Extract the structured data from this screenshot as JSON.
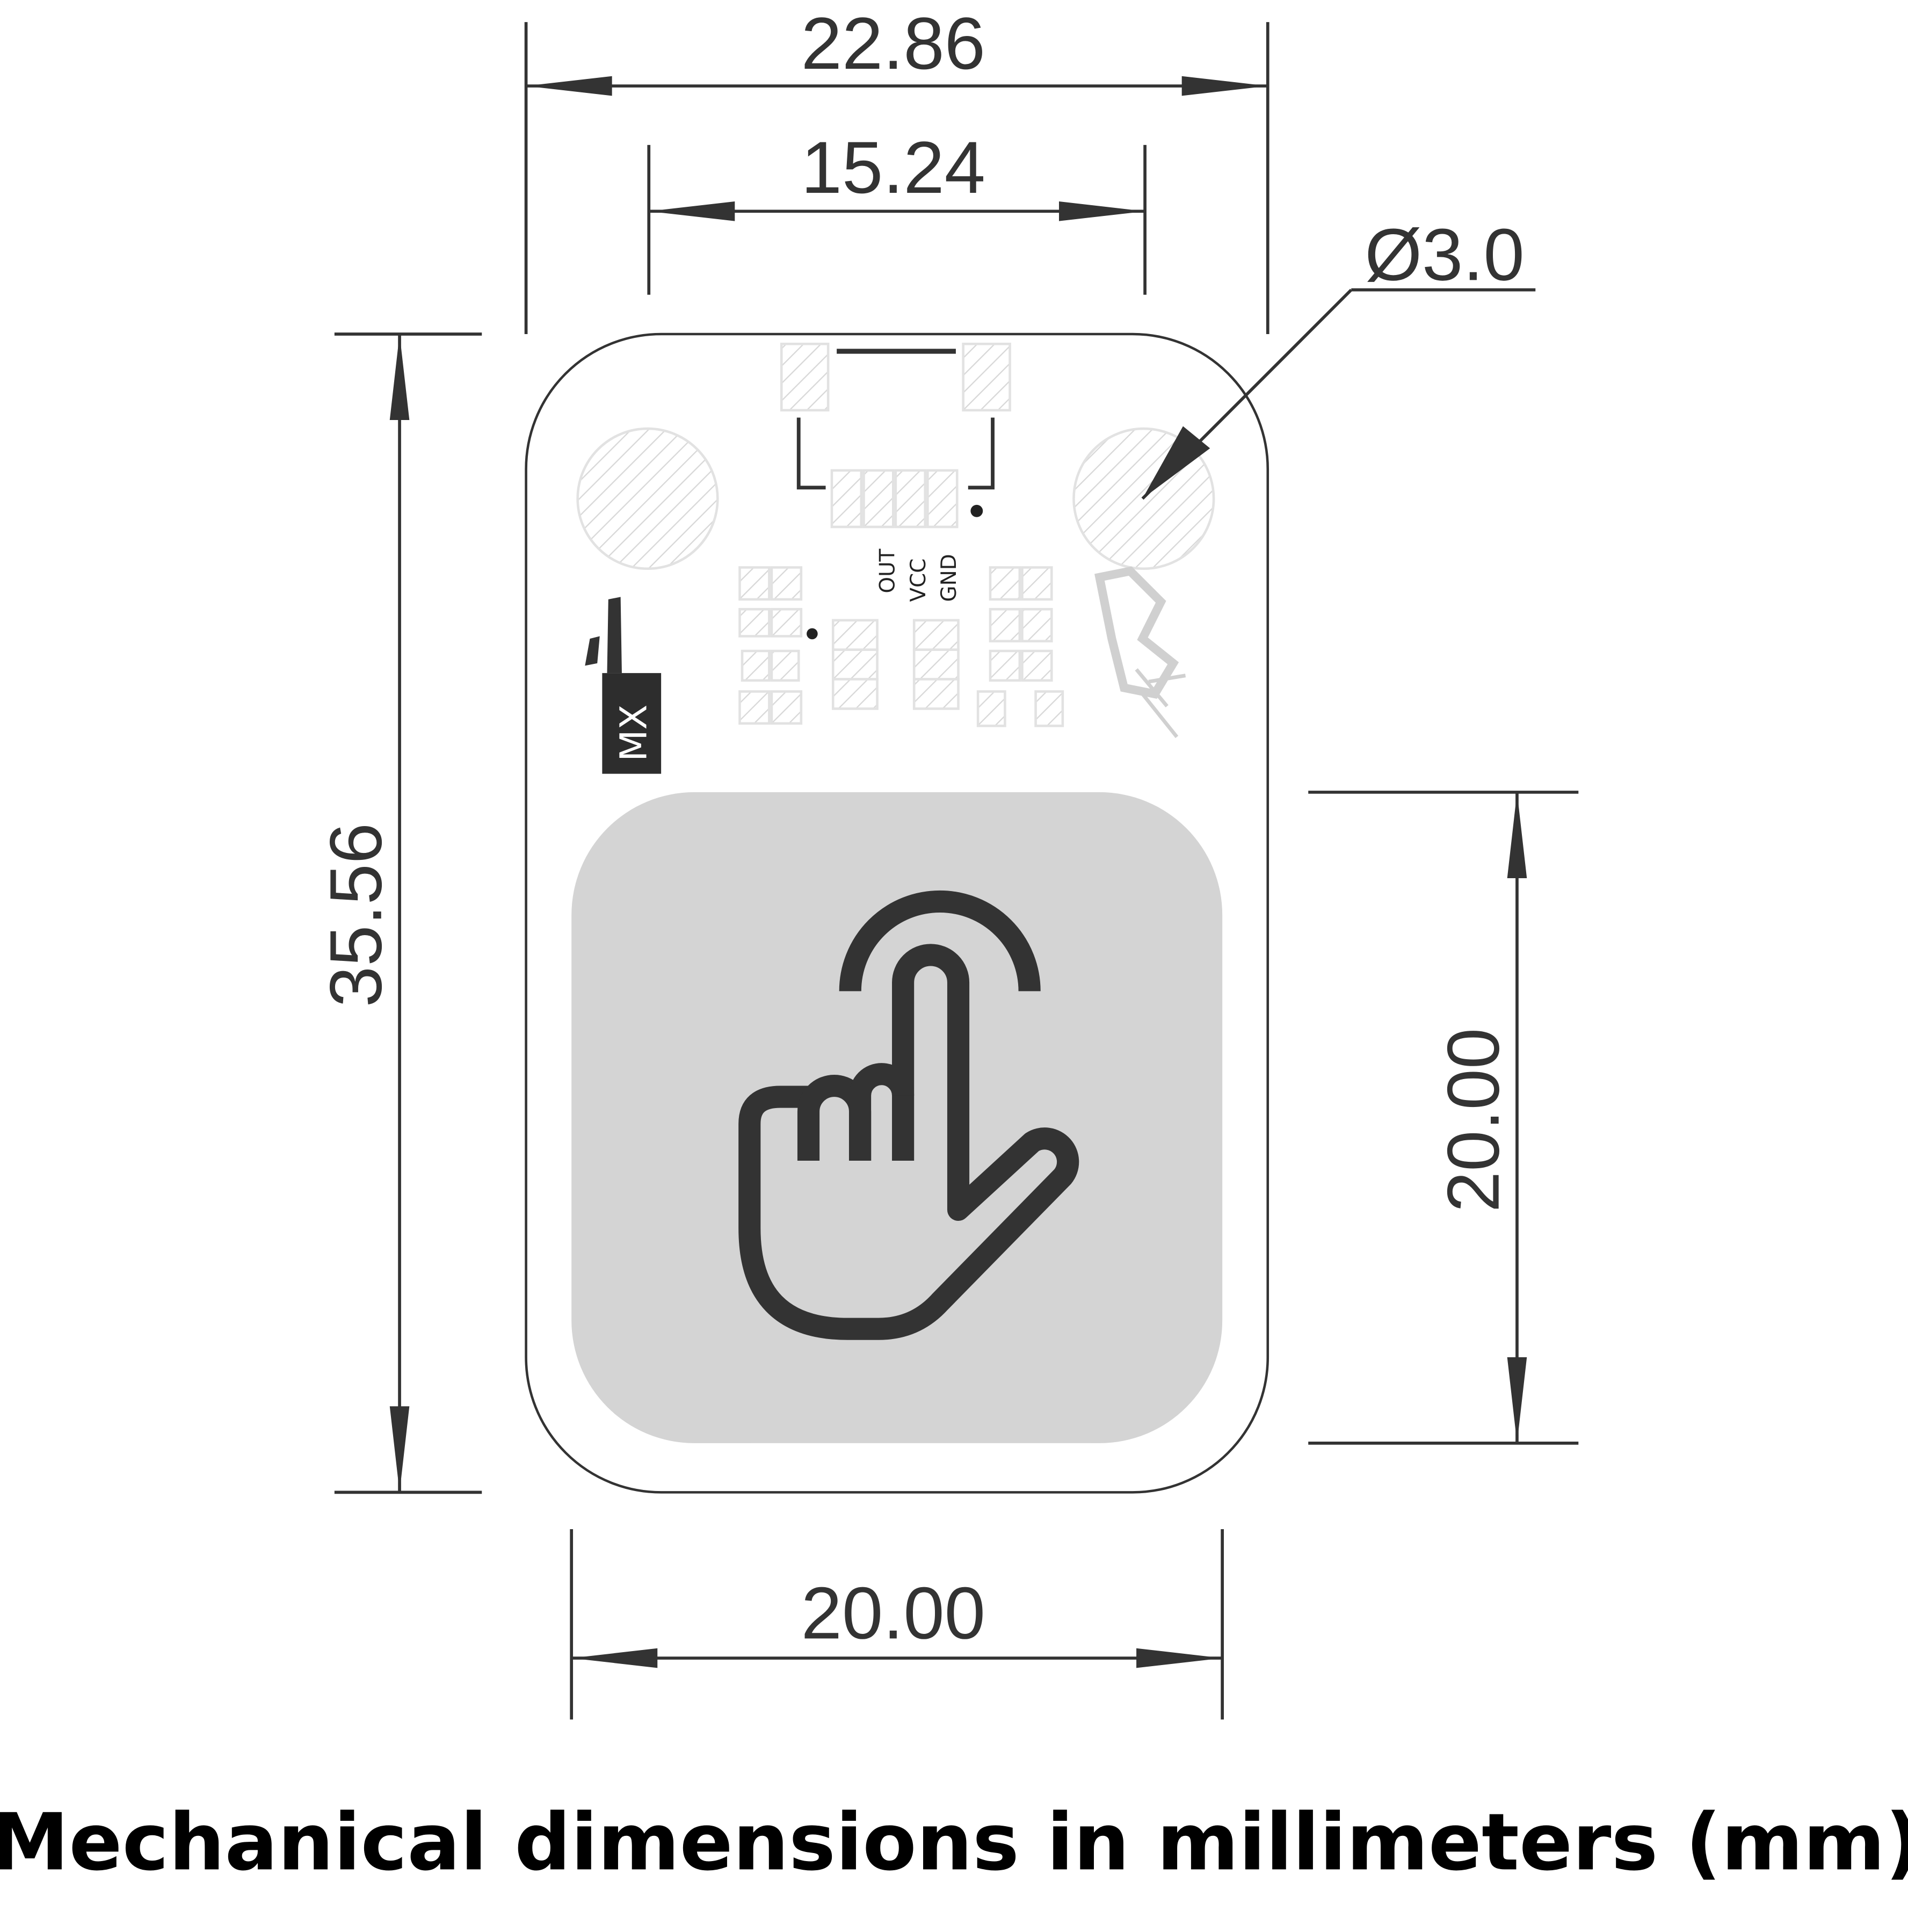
{
  "title": "Mechanical dimensions in millimeters (mm)",
  "dimensions": {
    "board_width": "22.86",
    "hole_spacing": "15.24",
    "hole_diameter": "Ø3.0",
    "board_height": "35.56",
    "pad_height": "20.00",
    "pad_width": "20.00"
  },
  "silkscreen": {
    "pins": [
      "OUT",
      "VCC",
      "GND"
    ],
    "logo": "MX"
  },
  "colors": {
    "line": "#333333",
    "touch_pad": "#d4d4d4",
    "hatch": "#dddddd"
  }
}
